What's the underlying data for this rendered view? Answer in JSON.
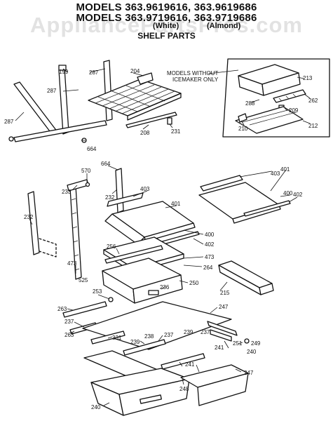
{
  "header": {
    "line1": "MODELS 363.9619616, 363.9619686",
    "line2": "MODELS 363.9719616, 363.9719686",
    "line3_left": "(White)",
    "line3_right": "(Almond)",
    "line4": "SHELF PARTS"
  },
  "watermark": "AppliancePartsPros.com",
  "inset_note": [
    "MODELS WITHOUT",
    "ICEMAKER ONLY"
  ],
  "labels": [
    {
      "id": "top-left-post",
      "text": "199"
    },
    {
      "id": "top-rail-a",
      "text": "287"
    },
    {
      "id": "top-rail-b",
      "text": "287"
    },
    {
      "id": "top-rail-c",
      "text": "287"
    },
    {
      "id": "top-bracket",
      "text": "204"
    },
    {
      "id": "top-screw",
      "text": "664"
    },
    {
      "id": "top-rail-bottom",
      "text": "208"
    },
    {
      "id": "top-clip",
      "text": "231"
    },
    {
      "id": "inset-bin",
      "text": "213"
    },
    {
      "id": "inset-shelf",
      "text": "288"
    },
    {
      "id": "inset-cover",
      "text": "262"
    },
    {
      "id": "inset-clip",
      "text": "209"
    },
    {
      "id": "inset-rail",
      "text": "212"
    },
    {
      "id": "inset-rail-b",
      "text": "210"
    },
    {
      "id": "mid-screw",
      "text": "664"
    },
    {
      "id": "mid-clip",
      "text": "570"
    },
    {
      "id": "mid-bracket",
      "text": "233"
    },
    {
      "id": "mid-post",
      "text": "232"
    },
    {
      "id": "left-rail",
      "text": "232"
    },
    {
      "id": "shelf-front",
      "text": "403"
    },
    {
      "id": "shelf-glass",
      "text": "401"
    },
    {
      "id": "shelf-glass-r",
      "text": "401"
    },
    {
      "id": "shelf-front-r",
      "text": "403"
    },
    {
      "id": "shelf-trim-r",
      "text": "400"
    },
    {
      "id": "shelf-rail-r",
      "text": "402"
    },
    {
      "id": "shelf-trim",
      "text": "400"
    },
    {
      "id": "shelf-rail",
      "text": "402"
    },
    {
      "id": "drawer-top",
      "text": "256"
    },
    {
      "id": "drawer-slide",
      "text": "473"
    },
    {
      "id": "drawer-slide-l",
      "text": "473"
    },
    {
      "id": "support-post",
      "text": "525"
    },
    {
      "id": "drawer-trim",
      "text": "264"
    },
    {
      "id": "drawer-bin",
      "text": "250"
    },
    {
      "id": "drawer-clip",
      "text": "236"
    },
    {
      "id": "side-bin",
      "text": "215"
    },
    {
      "id": "crisper-glass",
      "text": "247"
    },
    {
      "id": "crisper-clip",
      "text": "253"
    },
    {
      "id": "crisper-rail",
      "text": "263"
    },
    {
      "id": "crisper-rail-b",
      "text": "263"
    },
    {
      "id": "crisper-front",
      "text": "237"
    },
    {
      "id": "crisper-trim",
      "text": "331"
    },
    {
      "id": "crisper-divider",
      "text": "239"
    },
    {
      "id": "crisper-divider-b",
      "text": "239"
    },
    {
      "id": "crisper-end",
      "text": "237"
    },
    {
      "id": "crisper-end-b",
      "text": "237"
    },
    {
      "id": "crisper-cap",
      "text": "238"
    },
    {
      "id": "crisper-support",
      "text": "241"
    },
    {
      "id": "crisper-support-b",
      "text": "241"
    },
    {
      "id": "crisper-side",
      "text": "251"
    },
    {
      "id": "crisper-screw",
      "text": "249"
    },
    {
      "id": "crisper-slide",
      "text": "240"
    },
    {
      "id": "crisper-pan-r",
      "text": "247"
    },
    {
      "id": "crisper-handle",
      "text": "248"
    },
    {
      "id": "crisper-pan-l",
      "text": "240"
    }
  ]
}
